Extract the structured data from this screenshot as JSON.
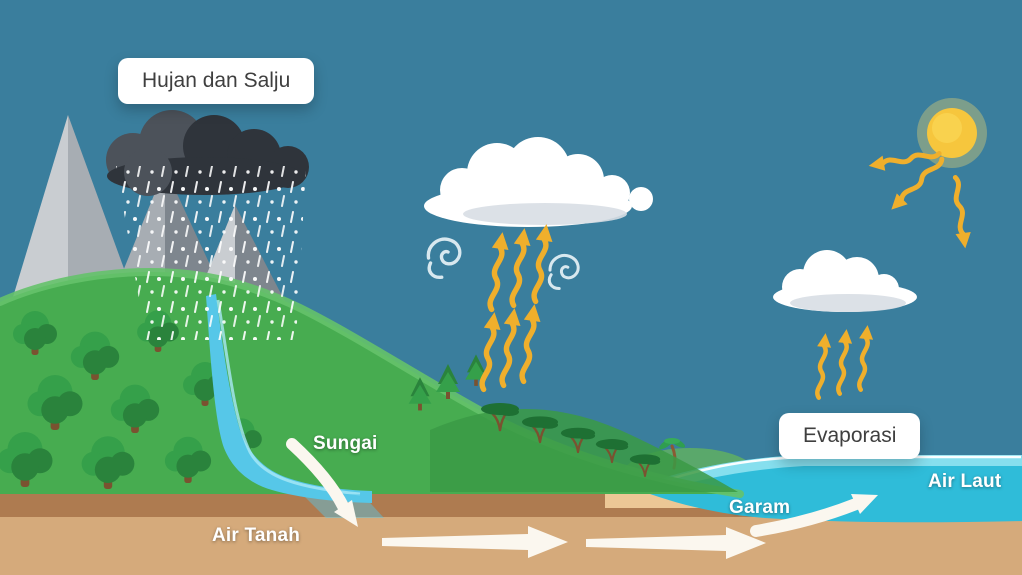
{
  "labels": {
    "rain_snow": "Hujan dan Salju",
    "river": "Sungai",
    "evaporation": "Evaporasi",
    "groundwater": "Air Tanah",
    "salt": "Garam",
    "sea_water": "Air Laut"
  },
  "icons": {
    "sun-icon": "yellow sun disc",
    "sun-ray-arrow-icon": "wavy yellow arrow radiating from sun",
    "storm-cloud-icon": "dark rain cloud with falling rain and snow",
    "cloud-icon": "white cumulus cloud",
    "wind-icon": "spiral gust curl",
    "evaporation-arrow-icon": "wavy yellow arrow rising upward",
    "flow-arrow-icon": "white straight flow arrow",
    "tree-icon": "round green tree",
    "palm-icon": "small palm on beach"
  },
  "colors": {
    "sky": "#3A7E9D",
    "sun": "#F6C63D",
    "sun-glow": "#FAD96B",
    "arrow-yellow": "#EFAF2C",
    "storm-dark": "#2F343B",
    "storm-mid": "#4C525A",
    "cloud-white": "#FFFFFF",
    "cloud-shadow": "#D8DEE4",
    "mountain-light": "#C9CDD1",
    "mountain-mid": "#A7ADB3",
    "mountain-dark": "#7E868E",
    "grass": "#47AC50",
    "grass-light": "#65C26A",
    "grass-dark": "#3B9A45",
    "tree-green": "#35A04A",
    "tree-dark": "#2A833C",
    "trunk": "#7A5230",
    "savanna-green": "#1E7033",
    "river": "#56C7E8",
    "sea": "#2FBCD9",
    "sea-light": "#8BE0EF",
    "sand": "#D5AA7B",
    "soil": "#AE7B50",
    "beach": "#ECC795",
    "white-arrow": "#FBF7EF",
    "wind": "#D8E8EF",
    "label-bg": "#FFFFFF",
    "label-text": "#3F3F3F"
  }
}
